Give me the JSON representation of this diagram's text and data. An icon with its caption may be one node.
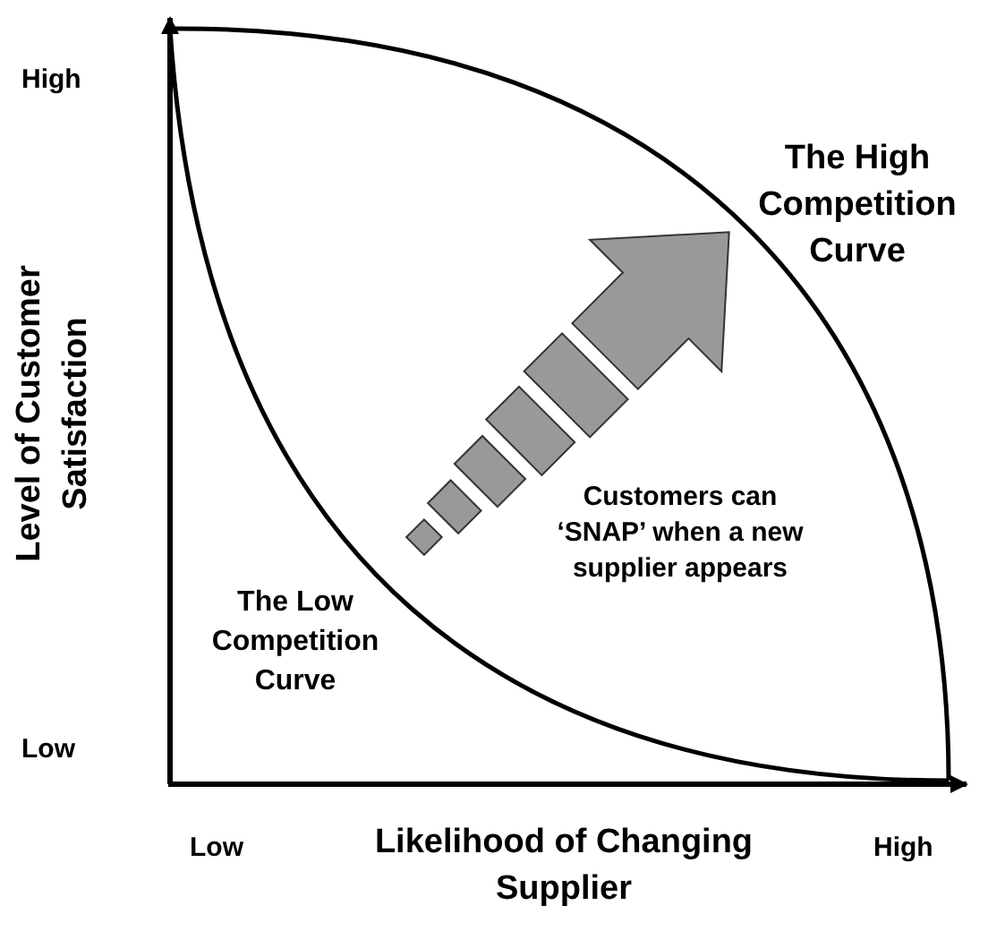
{
  "diagram": {
    "labels": [
      "High",
      "Low",
      "Level of Customer Satisfaction",
      "The High Competition Curve",
      "Customers can ‘SNAP’ when a new supplier appears",
      "The Low Competition Curve",
      "Low",
      "High",
      "Likelihood of Changing Supplier"
    ]
  }
}
